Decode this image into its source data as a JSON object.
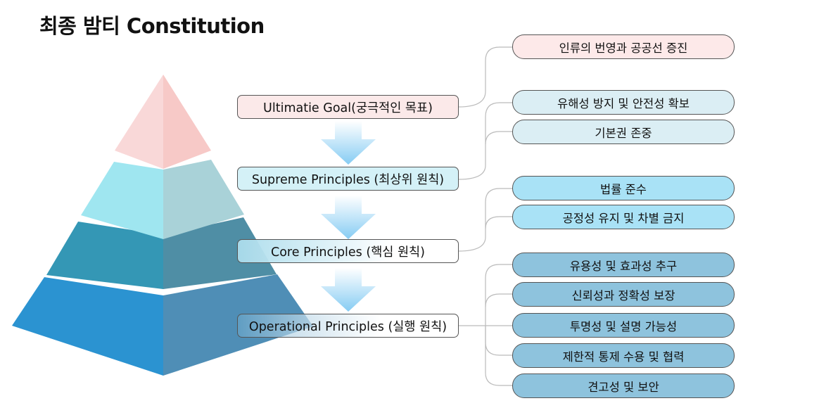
{
  "title": "최종 밤티 Constitution",
  "levels": [
    {
      "label": "Ultimatie Goal(궁극적인 목표)"
    },
    {
      "label": "Supreme Principles (최상위 원칙)"
    },
    {
      "label": "Core Principles (핵심 원칙)"
    },
    {
      "label": "Operational Principles (실행 원칙)"
    }
  ],
  "goal_items": [
    "인류의 번영과 공공선 증진"
  ],
  "supreme_items": [
    "유해성 방지 및 안전성 확보",
    "기본권 존중"
  ],
  "core_items": [
    "법률 준수",
    "공정성 유지 및 차별 금지"
  ],
  "operational_items": [
    "유용성 및 효과성 추구",
    "신뢰성과 정확성 보장",
    "투명성 및 설명 가능성",
    "제한적 통제 수용 및 협력",
    "견고성 및 보안"
  ],
  "colors": {
    "tier1_fill": "#fde9e9",
    "tier2_fill": "#dbeef4",
    "tier3_fill": "#a9e2f6",
    "tier4_fill": "#8ec3dd",
    "arrow": "#8ccff5"
  }
}
